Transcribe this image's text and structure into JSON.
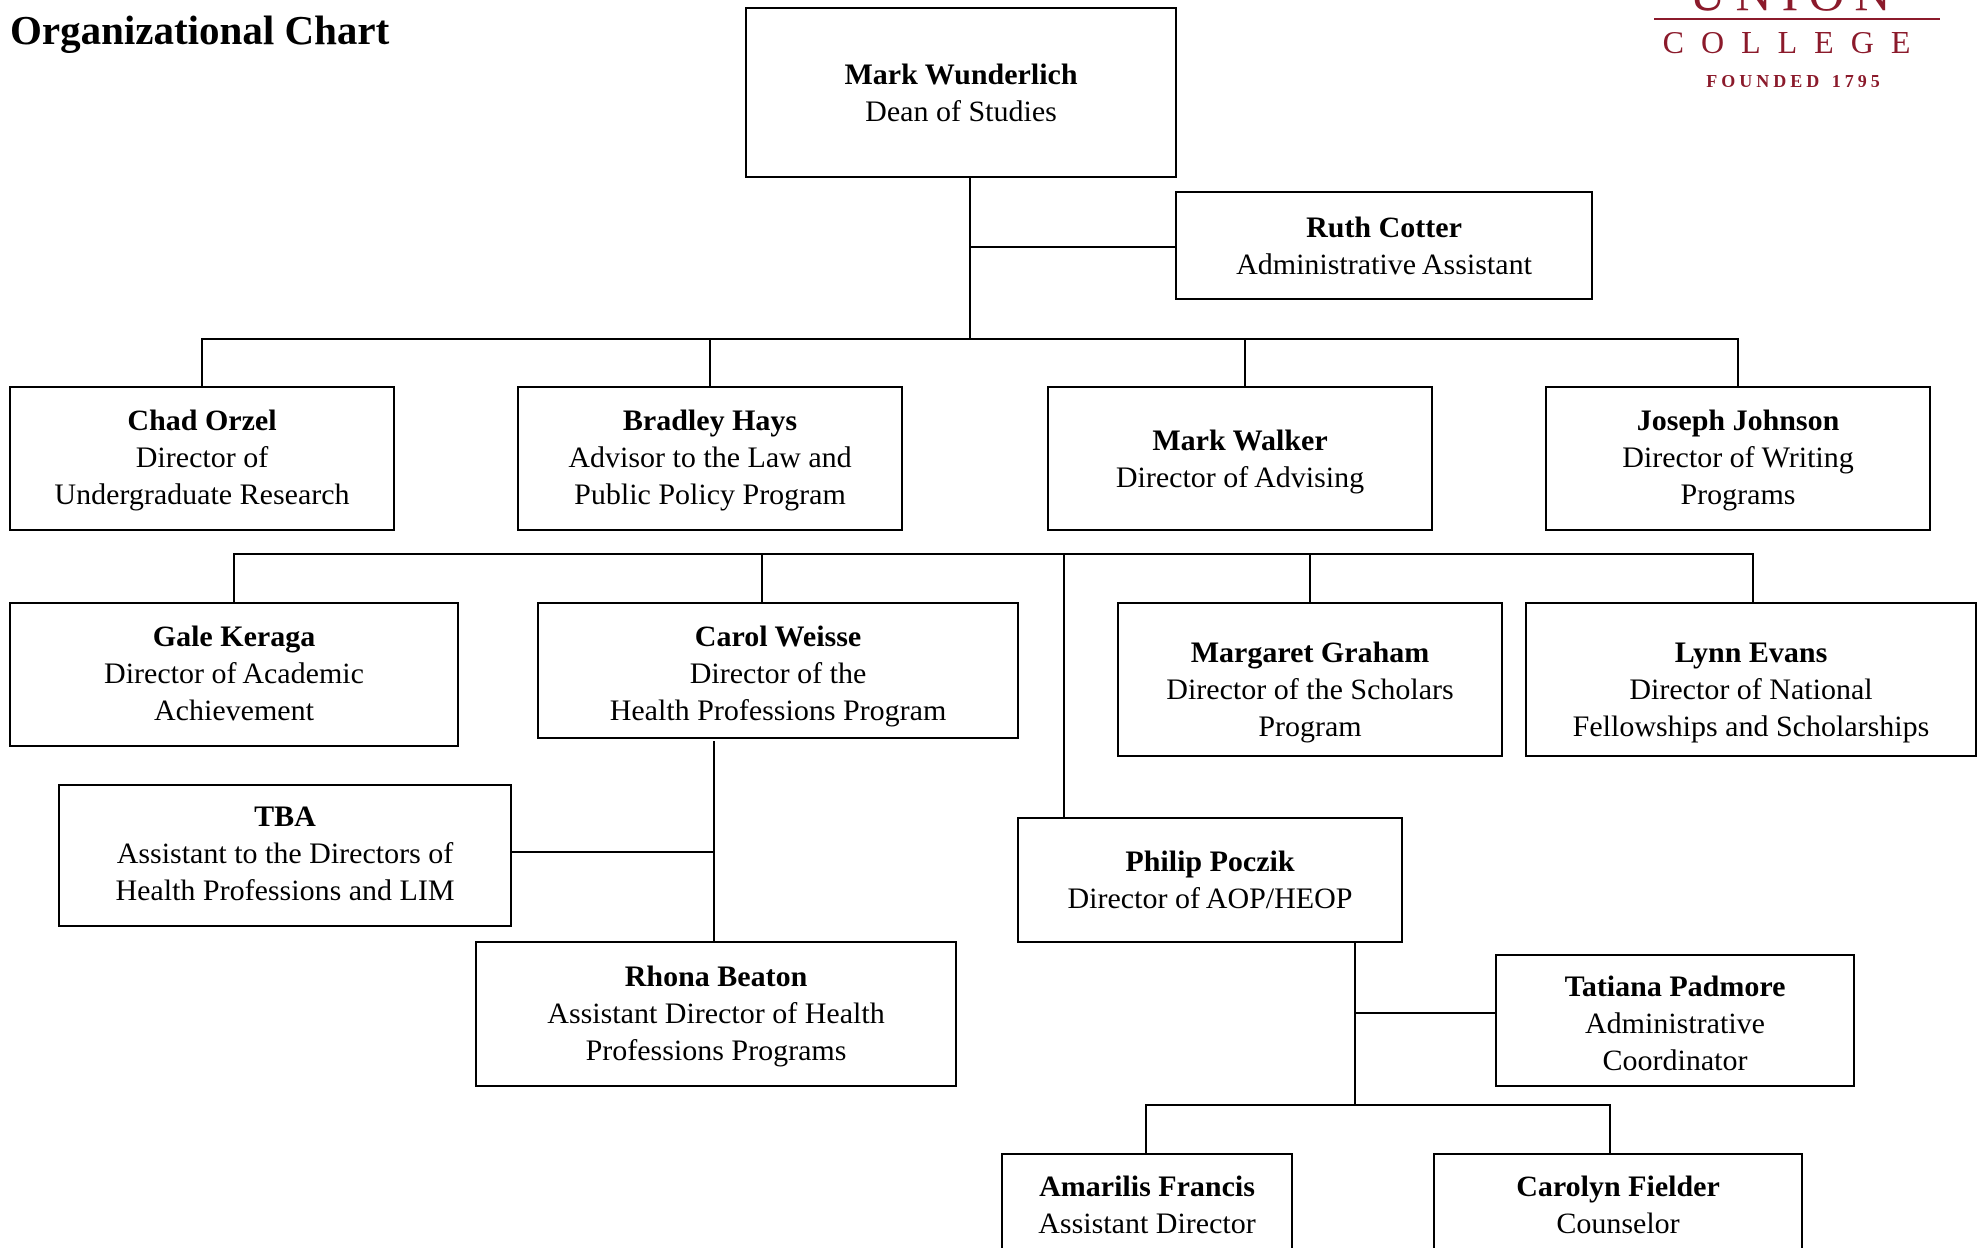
{
  "page": {
    "title": "Organizational Chart"
  },
  "logo": {
    "line1": "UNION",
    "line2": "COLLEGE",
    "line3": "FOUNDED 1795",
    "color": "#8b1a2b"
  },
  "people": {
    "wunderlich": {
      "name": "Mark Wunderlich",
      "role": "Dean of Studies"
    },
    "cotter": {
      "name": "Ruth Cotter",
      "role": "Administrative Assistant"
    },
    "orzel": {
      "name": "Chad Orzel",
      "role": "Director of\nUndergraduate Research"
    },
    "hays": {
      "name": "Bradley Hays",
      "role": "Advisor to the Law and\nPublic Policy Program"
    },
    "walker": {
      "name": "Mark Walker",
      "role": "Director of Advising"
    },
    "johnson": {
      "name": "Joseph Johnson",
      "role": "Director of Writing\nPrograms"
    },
    "keraga": {
      "name": "Gale Keraga",
      "role": "Director of Academic\nAchievement"
    },
    "weisse": {
      "name": "Carol Weisse",
      "role": "Director of the\nHealth Professions Program"
    },
    "graham": {
      "name": "Margaret Graham",
      "role": "Director of the Scholars\nProgram"
    },
    "evans": {
      "name": "Lynn Evans",
      "role": "Director of National\nFellowships and Scholarships"
    },
    "tba": {
      "name": "TBA",
      "role": "Assistant to the Directors of\nHealth Professions and LIM"
    },
    "poczik": {
      "name": "Philip Poczik",
      "role": "Director of AOP/HEOP"
    },
    "beaton": {
      "name": "Rhona Beaton",
      "role": "Assistant Director of Health\nProfessions Programs"
    },
    "padmore": {
      "name": "Tatiana Padmore",
      "role": "Administrative\nCoordinator"
    },
    "francis": {
      "name": "Amarilis Francis",
      "role": "Assistant Director"
    },
    "fielder": {
      "name": "Carolyn Fielder",
      "role": "Counselor"
    }
  }
}
